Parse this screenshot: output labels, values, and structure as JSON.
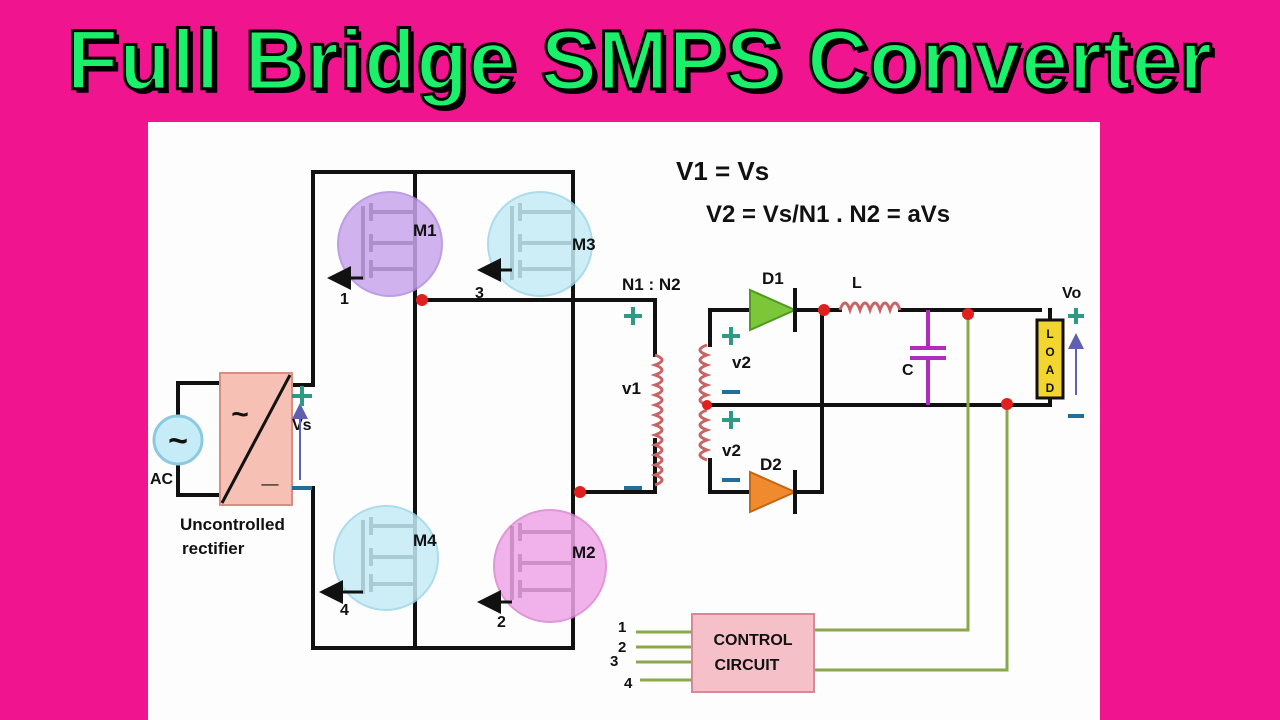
{
  "title": "Full Bridge SMPS Converter",
  "colors": {
    "background": "#f0148f",
    "title_fill": "#1bf06a",
    "wire": "#111111",
    "control_wire": "#8aa84a",
    "node_dot": "#e0201e",
    "mosfet_purple": "#c9a6ec",
    "mosfet_cyan": "#c6ecf7",
    "mosfet_pink": "#f0a6e8",
    "diode_green": "#7cc63a",
    "diode_orange": "#f08a2e",
    "capacitor": "#b02cc0",
    "load": "#f3d530",
    "terminal_plus": "#2e9a86",
    "terminal_minus": "#1f6f9a"
  },
  "equations": {
    "eq1": "V1 = Vs",
    "eq2": "V2 = Vs/N1 . N2 = aVs"
  },
  "source": {
    "symbol": "~",
    "label": "AC"
  },
  "rectifier": {
    "ac_symbol": "~",
    "dc_symbol": "_",
    "vs_label": "Vs",
    "caption_line1": "Uncontrolled",
    "caption_line2": "rectifier"
  },
  "mosfets": [
    {
      "name": "M1",
      "gate": "1"
    },
    {
      "name": "M3",
      "gate": "3"
    },
    {
      "name": "M4",
      "gate": "4"
    },
    {
      "name": "M2",
      "gate": "2"
    }
  ],
  "transformer": {
    "ratio": "N1 : N2",
    "primary": "v1",
    "secondary_top": "v2",
    "secondary_bottom": "v2",
    "plus": "+",
    "minus": "−"
  },
  "diodes": {
    "d1": "D1",
    "d2": "D2"
  },
  "inductor": "L",
  "capacitor": "C",
  "load": [
    "L",
    "O",
    "A",
    "D"
  ],
  "output": {
    "label": "Vo",
    "plus": "+",
    "minus": "−"
  },
  "control": {
    "line1": "CONTROL",
    "line2": "CIRCUIT",
    "inputs": [
      "1",
      "2",
      "3",
      "4"
    ]
  }
}
